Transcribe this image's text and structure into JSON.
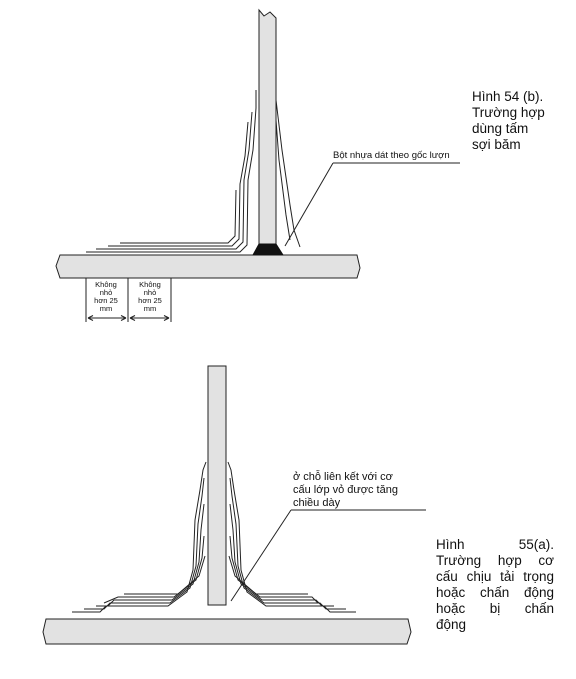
{
  "figure54": {
    "caption_lines": [
      "Hình 54 (b).",
      "Trường hợp",
      "dùng tấm",
      "sợi băm"
    ],
    "callout": "Bột nhựa dát theo gốc lượn",
    "dimension_label_lines": [
      "Không",
      "nhỏ",
      "hơn 25",
      "mm"
    ]
  },
  "figure55": {
    "caption_lines": [
      "Hình 55(a).",
      "Trường hợp cơ",
      "cấu chịu tải trọng",
      "hoặc chấn động",
      "hoặc bị chấn",
      "động"
    ],
    "callout_lines": [
      "ở chỗ liên kết với cơ",
      "cấu lớp vỏ được tăng",
      "chiều dày"
    ]
  }
}
